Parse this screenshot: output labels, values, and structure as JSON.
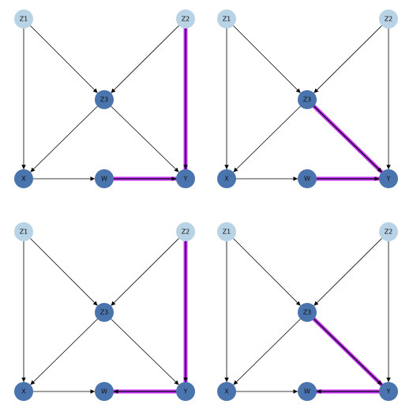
{
  "colors": {
    "light_node": "#b8d3e6",
    "dark_node": "#4a74ad",
    "edge": "#000000",
    "highlight_outer": "#cc33ff",
    "highlight_inner": "#3a2a55"
  },
  "nodes": [
    {
      "id": "Z1",
      "label": "Z1",
      "color": "light"
    },
    {
      "id": "Z2",
      "label": "Z2",
      "color": "light"
    },
    {
      "id": "Z3",
      "label": "Z3",
      "color": "dark"
    },
    {
      "id": "X",
      "label": "X",
      "color": "dark"
    },
    {
      "id": "W",
      "label": "W",
      "color": "dark"
    },
    {
      "id": "Y",
      "label": "Y",
      "color": "dark"
    }
  ],
  "edges": [
    {
      "from": "Z1",
      "to": "X"
    },
    {
      "from": "Z1",
      "to": "Z3"
    },
    {
      "from": "Z2",
      "to": "Z3"
    },
    {
      "from": "Z2",
      "to": "Y"
    },
    {
      "from": "Z3",
      "to": "X"
    },
    {
      "from": "Z3",
      "to": "Y"
    },
    {
      "from": "X",
      "to": "W"
    },
    {
      "from": "W",
      "to": "Y"
    }
  ],
  "panels": [
    {
      "highlighted": [
        {
          "from": "Z2",
          "to": "Y"
        },
        {
          "from": "W",
          "to": "Y"
        }
      ]
    },
    {
      "highlighted": [
        {
          "from": "Z3",
          "to": "Y"
        },
        {
          "from": "W",
          "to": "Y"
        }
      ]
    },
    {
      "edge_overrides": [
        {
          "from": "W",
          "to": "Y",
          "reverse": true
        }
      ],
      "highlighted": [
        {
          "from": "Z2",
          "to": "Y"
        },
        {
          "from": "Y",
          "to": "W"
        }
      ]
    },
    {
      "edge_overrides": [
        {
          "from": "W",
          "to": "Y",
          "reverse": true
        }
      ],
      "highlighted": [
        {
          "from": "Z3",
          "to": "Y"
        },
        {
          "from": "Y",
          "to": "W"
        }
      ]
    }
  ]
}
